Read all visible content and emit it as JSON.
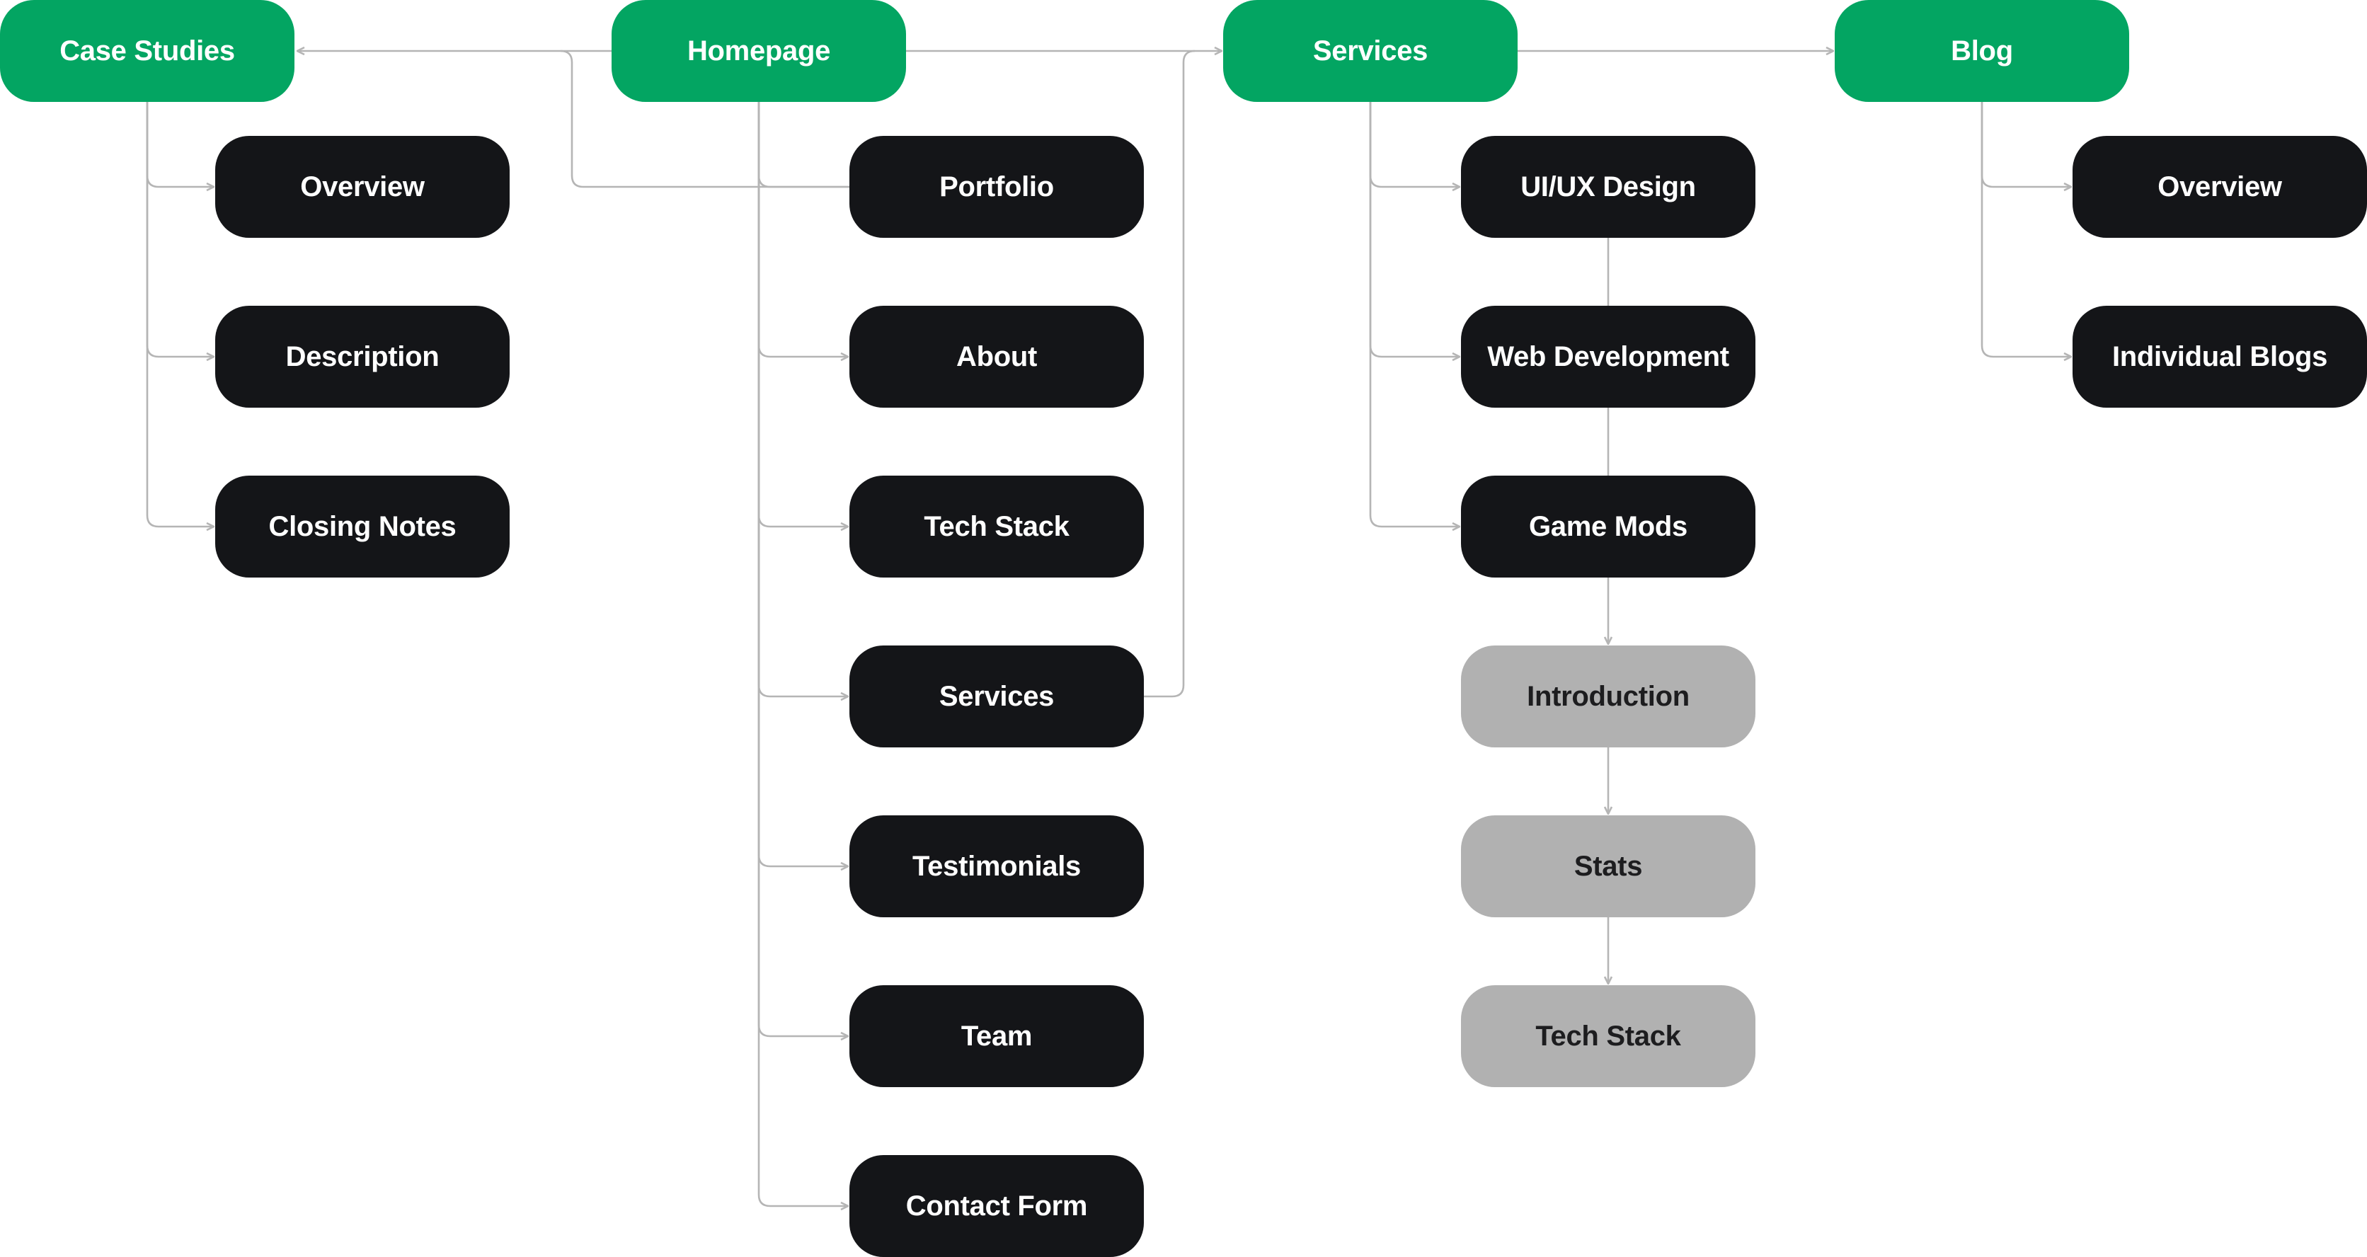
{
  "colors": {
    "primary": "#03a562",
    "page": "#141518",
    "sub": "#b1b1b1",
    "connector": "#b5b5b5"
  },
  "nodes": {
    "case_studies": "Case Studies",
    "homepage": "Homepage",
    "services": "Services",
    "blog": "Blog",
    "cs_overview": "Overview",
    "cs_description": "Description",
    "cs_closing_notes": "Closing Notes",
    "hp_portfolio": "Portfolio",
    "hp_about": "About",
    "hp_tech_stack": "Tech Stack",
    "hp_services": "Services",
    "hp_testimonials": "Testimonials",
    "hp_team": "Team",
    "hp_contact_form": "Contact Form",
    "sv_uiux_design": "UI/UX Design",
    "sv_web_development": "Web Development",
    "sv_game_mods": "Game Mods",
    "sv_introduction": "Introduction",
    "sv_stats": "Stats",
    "sv_tech_stack": "Tech Stack",
    "bl_overview": "Overview",
    "bl_individual_blogs": "Individual Blogs"
  }
}
